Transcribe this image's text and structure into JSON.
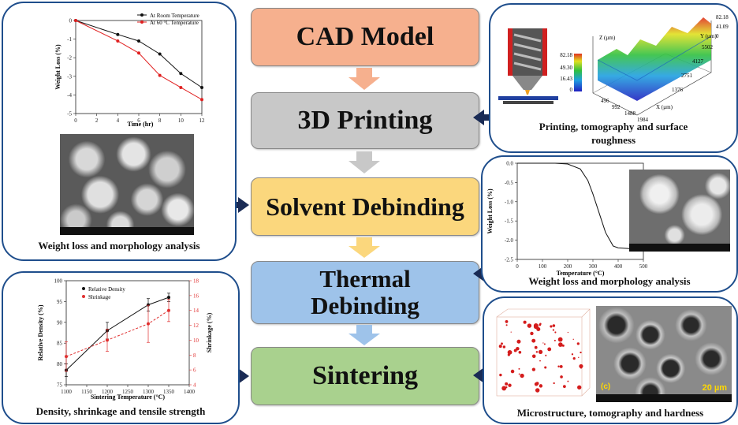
{
  "stages": {
    "cad": "CAD Model",
    "printing": "3D Printing",
    "solvent": "Solvent Debinding",
    "thermal_line1": "Thermal",
    "thermal_line2": "Debinding",
    "sintering": "Sintering"
  },
  "colors": {
    "cad": "#f6b08e",
    "printing": "#c8c8c8",
    "solvent": "#fbd77d",
    "thermal": "#9ec3ea",
    "sintering": "#a9d18e",
    "panel_border": "#1f4e8c",
    "arrow_navy": "#1a2b55"
  },
  "captions": {
    "top_left": "Weight loss and morphology analysis",
    "bottom_left": "Density, shrinkage and tensile strength",
    "top_right_line1": "Printing, tomography and surface",
    "top_right_line2": "roughness",
    "mid_right": "Weight loss and morphology analysis",
    "bottom_right": "Microstructure, tomography and hardness"
  },
  "weight_loss_chart": {
    "ylabel": "Weight Loss (%)",
    "xlabel": "Time (hr)",
    "x_ticks": [
      "0",
      "2",
      "4",
      "6",
      "8",
      "10",
      "12"
    ],
    "y_ticks": [
      "0",
      "-1",
      "-2",
      "-3",
      "-4",
      "-5"
    ],
    "legend": [
      "At Room Temperature",
      "At 60 °C Temperature"
    ]
  },
  "tga_chart": {
    "ylabel": "Weight Loss (%)",
    "xlabel": "Temperature (°C)",
    "x_ticks": [
      "0",
      "100",
      "200",
      "300",
      "400",
      "500"
    ],
    "y_ticks": [
      "0.0",
      "-0.5",
      "-1.0",
      "-1.5",
      "-2.0",
      "-2.5"
    ]
  },
  "density_chart": {
    "ylabel_left": "Relative Density (%)",
    "ylabel_right": "Shrinkage (%)",
    "xlabel": "Sintering Temperature (°C)",
    "x_ticks": [
      "1100",
      "1150",
      "1200",
      "1250",
      "1300",
      "1350",
      "1400"
    ],
    "y_ticks_left": [
      "100",
      "95",
      "90",
      "85",
      "80",
      "75"
    ],
    "y_ticks_right": [
      "18",
      "16",
      "14",
      "12",
      "10",
      "8",
      "6",
      "4"
    ],
    "legend": [
      "Relative Density",
      "Shrinkage"
    ]
  },
  "surface_plot": {
    "z_label": "Z (µm)",
    "y_label": "Y (µm)",
    "x_label": "X (µm)",
    "z_scale": [
      "82.18",
      "49.30",
      "16.43",
      "0"
    ],
    "right_scale": [
      "82.18",
      "41.09",
      "0"
    ],
    "y_ticks": [
      "5502",
      "4127",
      "2751",
      "1376"
    ],
    "x_ticks": [
      "496",
      "992",
      "1488",
      "1984"
    ]
  },
  "sem_label": "(c)",
  "scale_bar": "20 µm",
  "chart_data": [
    {
      "type": "line",
      "x": [
        0,
        4,
        6,
        8,
        10,
        12
      ],
      "series": [
        {
          "name": "At Room Temperature",
          "values": [
            0,
            -0.75,
            -1.1,
            -1.8,
            -2.85,
            -3.6
          ]
        },
        {
          "name": "At 60 °C Temperature",
          "values": [
            0,
            -1.1,
            -1.75,
            -2.95,
            -3.6,
            -4.25
          ]
        }
      ],
      "xlabel": "Time (hr)",
      "ylabel": "Weight Loss (%)",
      "xlim": [
        0,
        12
      ],
      "ylim": [
        -5,
        0
      ],
      "legend": "top-right"
    },
    {
      "type": "line",
      "x": [
        0,
        100,
        150,
        200,
        250,
        280,
        300,
        330,
        350,
        380,
        400,
        450,
        500
      ],
      "series": [
        {
          "name": "",
          "values": [
            0,
            0,
            0,
            -0.02,
            -0.15,
            -0.45,
            -0.8,
            -1.4,
            -1.8,
            -2.15,
            -2.2,
            -2.22,
            -2.22
          ]
        }
      ],
      "xlabel": "Temperature (°C)",
      "ylabel": "Weight Loss (%)",
      "xlim": [
        0,
        500
      ],
      "ylim": [
        -2.5,
        0
      ]
    },
    {
      "type": "line",
      "x": [
        1100,
        1200,
        1300,
        1350
      ],
      "series": [
        {
          "name": "Relative Density",
          "values": [
            78.5,
            88.0,
            94.2,
            96.0
          ],
          "errors": [
            1.5,
            2.0,
            1.5,
            1.0
          ]
        },
        {
          "name": "Shrinkage",
          "values": [
            7.8,
            10.0,
            12.2,
            14.0
          ],
          "errors": [
            2.0,
            1.5,
            2.5,
            1.5
          ],
          "axis": "right"
        }
      ],
      "xlabel": "Sintering Temperature (°C)",
      "ylabel": "Relative Density (%)",
      "y2label": "Shrinkage (%)",
      "xlim": [
        1100,
        1400
      ],
      "ylim": [
        75,
        100
      ],
      "y2lim": [
        4,
        18
      ],
      "legend": "top-left"
    }
  ]
}
